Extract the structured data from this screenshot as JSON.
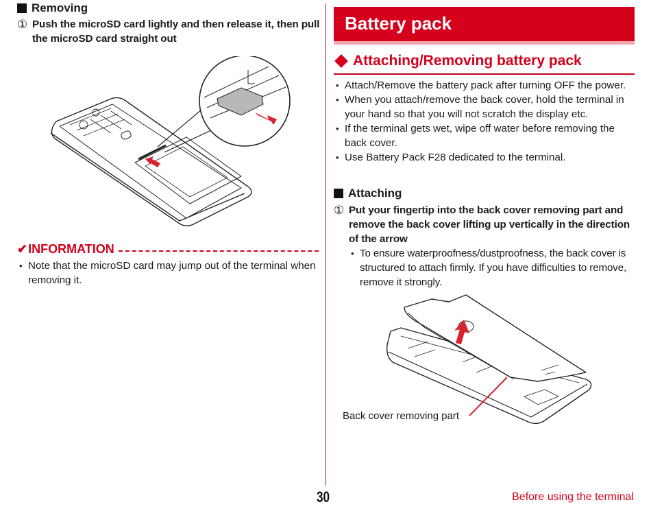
{
  "left": {
    "section_title": "Removing",
    "step": {
      "number": "①",
      "text": "Push the microSD card lightly and then release it, then pull the microSD card straight out"
    },
    "illustration": {
      "description": "Phone back with microSD card being pushed and pulled out, zoomed inset",
      "arrow_color": "#d8222f"
    },
    "information": {
      "check": "✔",
      "title": "INFORMATION",
      "bullets": [
        "Note that the microSD card may jump out of the terminal when removing it."
      ]
    }
  },
  "right": {
    "banner_title": "Battery pack",
    "sub_heading": "Attaching/Removing battery pack",
    "bullets": [
      "Attach/Remove the battery pack after turning OFF the power.",
      "When you attach/remove the back cover, hold the terminal in your hand so that you will not scratch the display etc.",
      "If the terminal gets wet, wipe off water before removing the back cover.",
      "Use Battery Pack F28 dedicated to the terminal."
    ],
    "section_title": "Attaching",
    "step": {
      "number": "①",
      "text": "Put your fingertip into the back cover removing part and remove the back cover lifting up vertically in the direction of the arrow"
    },
    "sub_bullets": [
      "To ensure waterproofness/dustproofness, the back cover is structured to attach firmly. If you have difficulties to remove, remove it strongly."
    ],
    "illustration": {
      "description": "Back cover being lifted off the phone",
      "callout_label": "Back cover removing part"
    }
  },
  "footer": {
    "page_number": "30",
    "section_label": "Before using the terminal"
  },
  "colors": {
    "accent": "#d4001c",
    "banner_shadow": "#f4a6ae",
    "divider": "#a01a2a",
    "text": "#1a1a1a"
  }
}
